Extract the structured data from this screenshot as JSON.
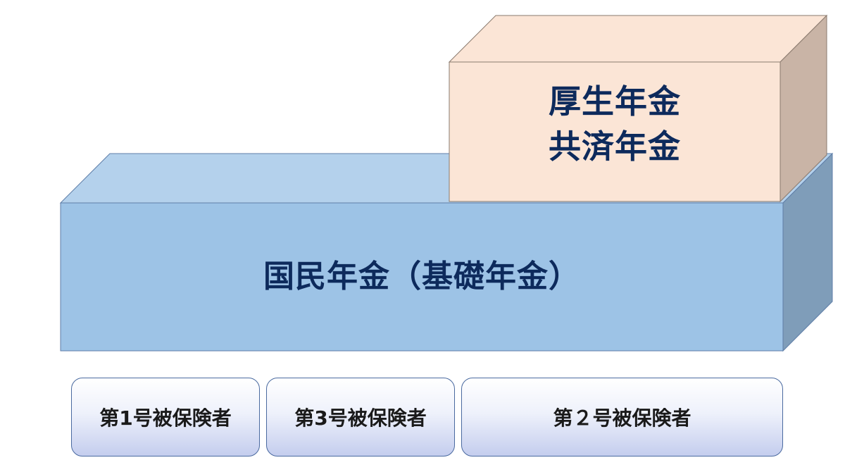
{
  "blocks": {
    "kokumin_nenkin": {
      "label": "国民年金（基礎年金）",
      "colors": {
        "front": "#9dc3e6",
        "top": "#b4d1ec",
        "side": "#7f9db9"
      }
    },
    "kousei_nenkin": {
      "line1": "厚生年金",
      "line2": "共済年金",
      "colors": {
        "front": "#fbe5d6",
        "top": "#fbe5d6",
        "side": "#c9b4a6"
      }
    }
  },
  "insured": [
    {
      "label": "第1号被保険者"
    },
    {
      "label": "第3号被保険者"
    },
    {
      "label": "第２号被保険者"
    }
  ],
  "text_color": "#0d2a5c",
  "border_color": "#4a6aa0"
}
